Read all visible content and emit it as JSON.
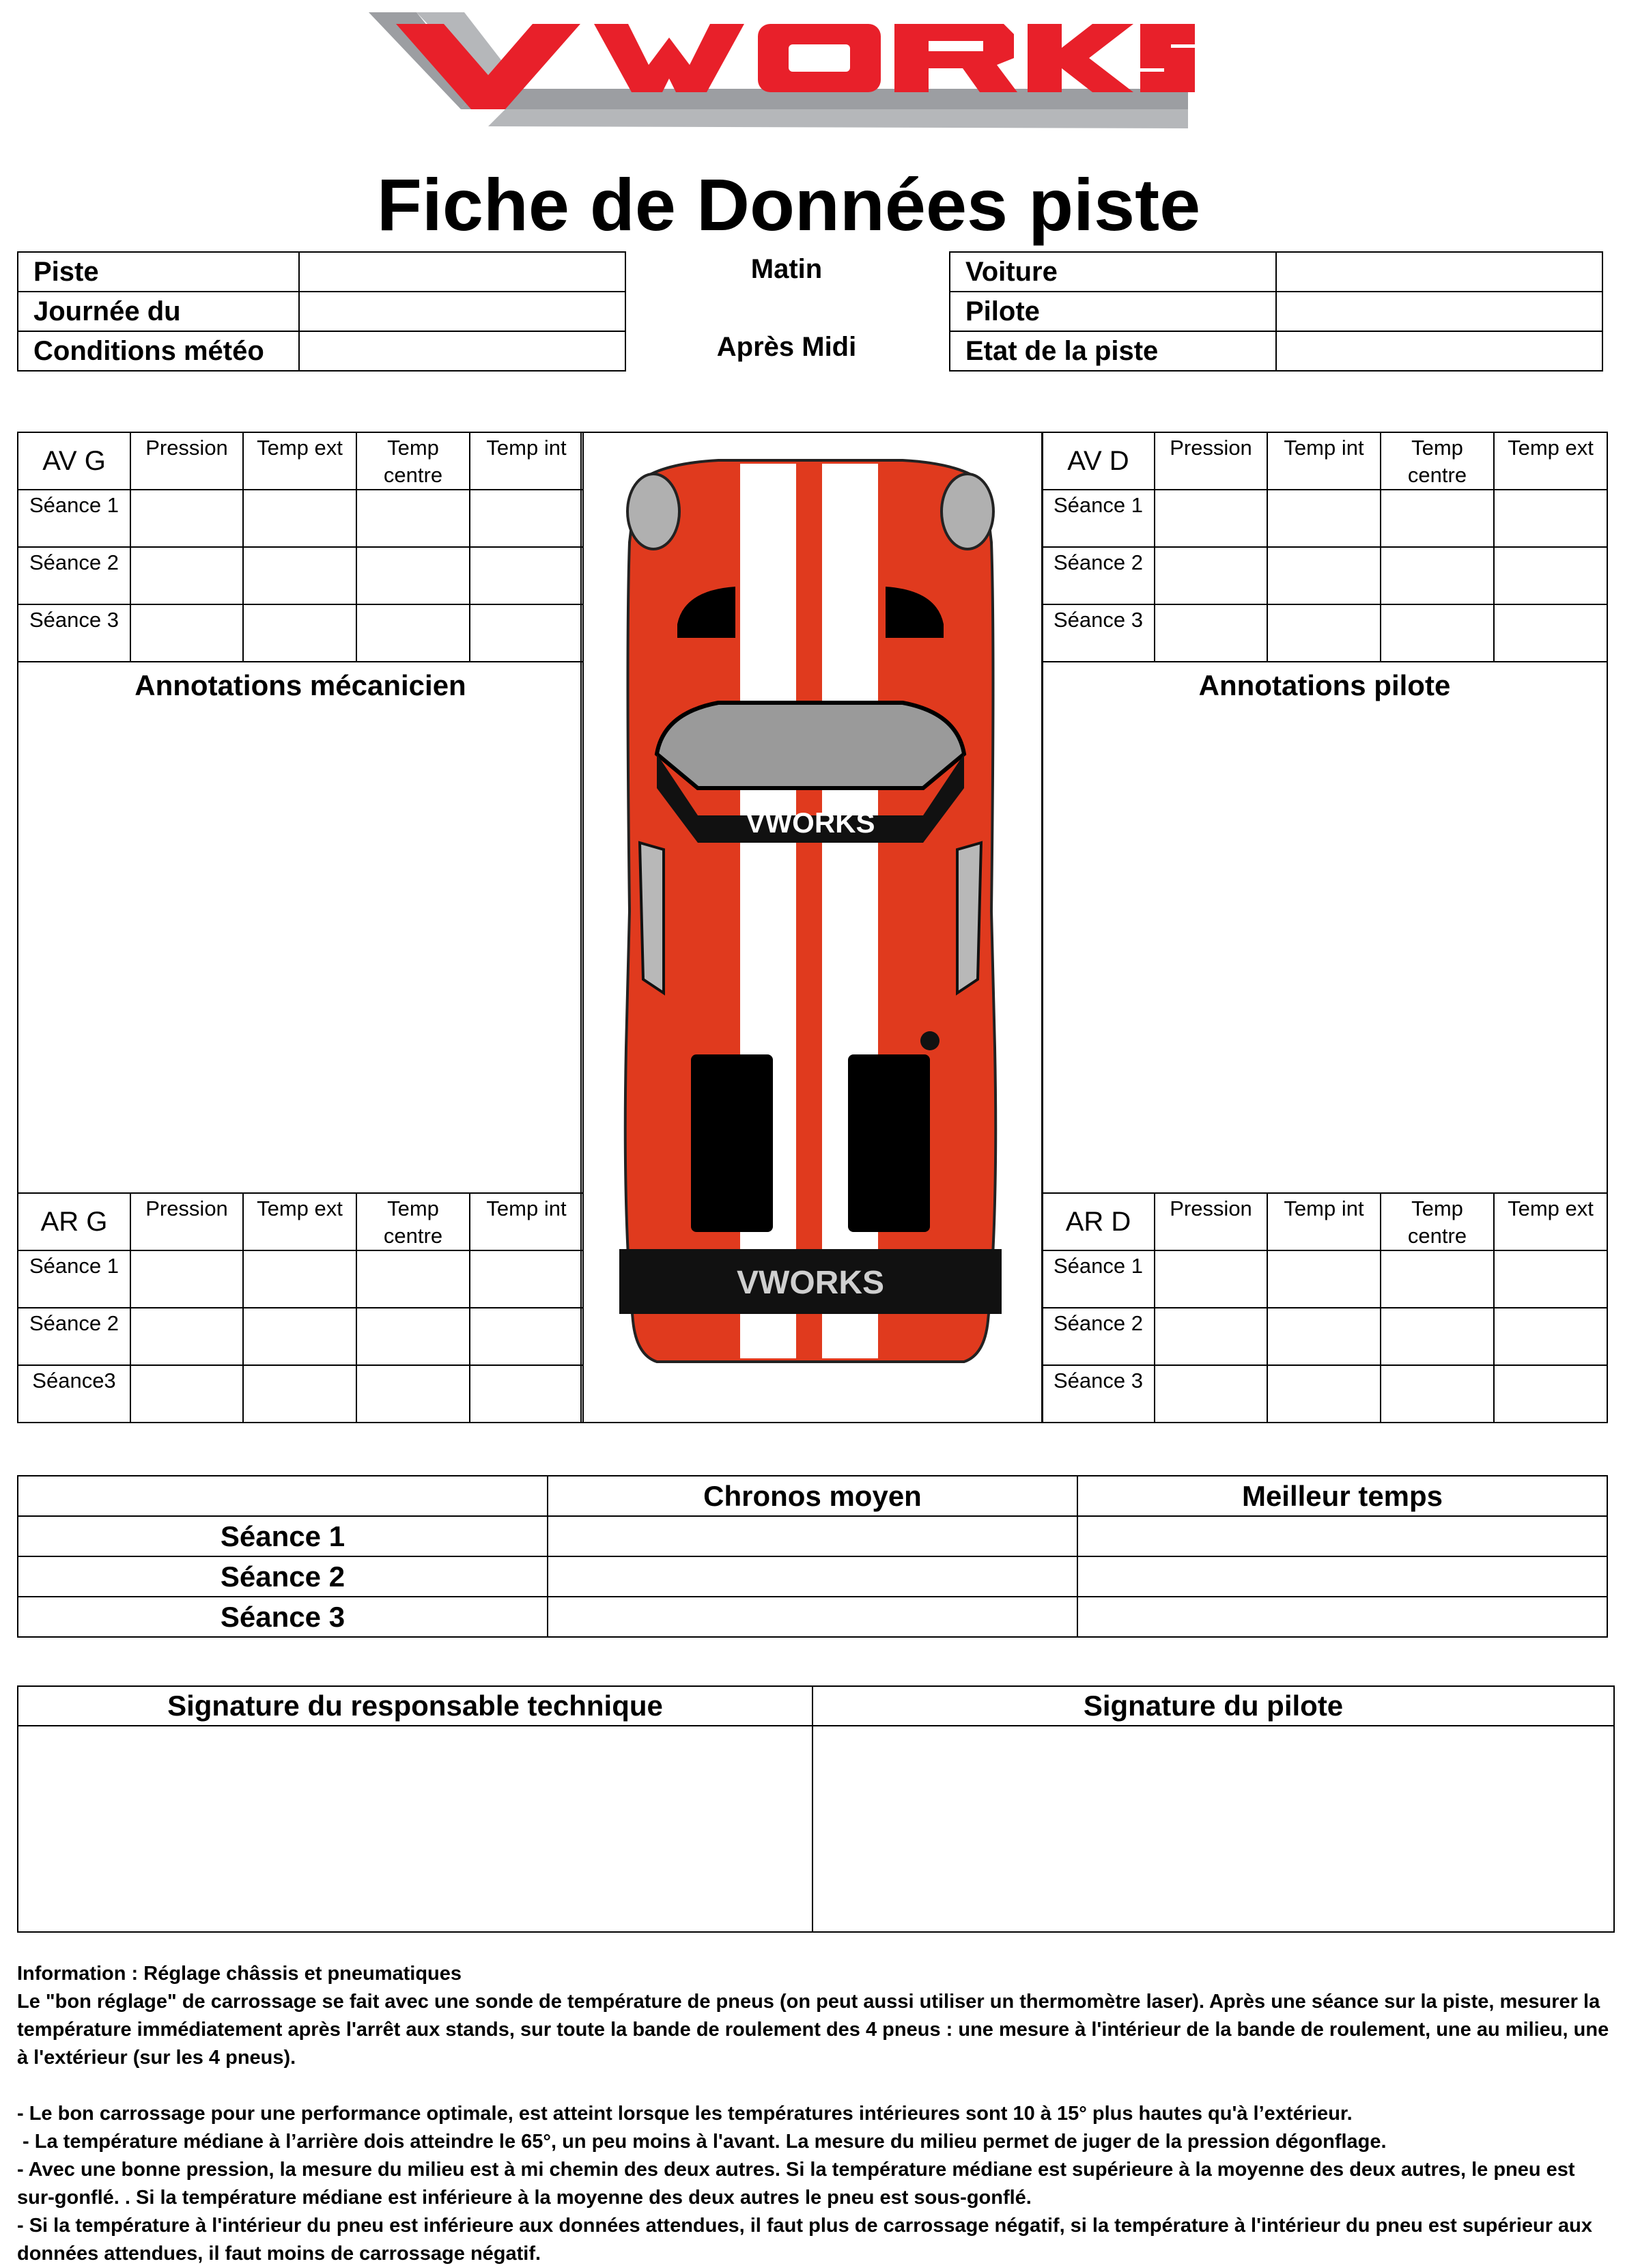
{
  "logo": {
    "text": "VWORKS",
    "color_red": "#e8202a",
    "color_grey": "#9c9ea2"
  },
  "title": "Fiche de Données piste",
  "header_left": [
    {
      "label": "Piste",
      "value": ""
    },
    {
      "label": "Journée du",
      "value": ""
    },
    {
      "label": "Conditions météo",
      "value": ""
    }
  ],
  "header_middle": {
    "morning": "Matin",
    "afternoon": "Après Midi"
  },
  "header_right": [
    {
      "label": "Voiture",
      "value": ""
    },
    {
      "label": "Pilote",
      "value": ""
    },
    {
      "label": "Etat de la piste",
      "value": ""
    }
  ],
  "tyres": {
    "front_left": {
      "corner": "AV G",
      "columns": [
        "Pression",
        "Temp ext",
        "Temp centre",
        "Temp int"
      ],
      "rows": [
        "Séance 1",
        "Séance 2",
        "Séance 3"
      ]
    },
    "front_right": {
      "corner": "AV D",
      "columns": [
        "Pression",
        "Temp int",
        "Temp centre",
        "Temp ext"
      ],
      "rows": [
        "Séance 1",
        "Séance 2",
        "Séance 3"
      ]
    },
    "rear_left": {
      "corner": "AR G",
      "columns": [
        "Pression",
        "Temp ext",
        "Temp centre",
        "Temp int"
      ],
      "rows": [
        "Séance 1",
        "Séance 2",
        "Séance3"
      ]
    },
    "rear_right": {
      "corner": "AR D",
      "columns": [
        "Pression",
        "Temp int",
        "Temp centre",
        "Temp ext"
      ],
      "rows": [
        "Séance 1",
        "Séance 2",
        "Séance 3"
      ]
    }
  },
  "notes": {
    "mechanic": "Annotations mécanicien",
    "driver": "Annotations pilote"
  },
  "car_image": {
    "body_color": "#e03a1e",
    "stripe_color": "#ffffff",
    "decal_text": "VWORKS"
  },
  "chrono": {
    "headers": [
      "",
      "Chronos moyen",
      "Meilleur temps"
    ],
    "rows": [
      "Séance 1",
      "Séance 2",
      "Séance 3"
    ]
  },
  "signatures": {
    "technical": "Signature du responsable technique",
    "driver": "Signature du pilote"
  },
  "information": {
    "heading": "Information : Réglage châssis et pneumatiques",
    "paragraph": "Le \"bon réglage\" de carrossage se fait avec une sonde de température de pneus (on peut aussi utiliser un thermomètre laser). Après une séance sur la piste, mesurer la température immédiatement après l'arrêt aux stands, sur toute la bande de roulement des 4 pneus : une mesure à l'intérieur de la bande de roulement, une au milieu, une à l'extérieur (sur les 4 pneus).",
    "bullets": [
      "- Le bon carrossage pour une performance optimale, est atteint lorsque les températures intérieures sont 10 à 15° plus hautes qu'à l’extérieur.",
      " - La température médiane à l’arrière dois atteindre le 65°, un peu moins à l'avant. La mesure du milieu permet de juger de la pression dégonflage.",
      "-  Avec une bonne pression, la mesure du milieu est à mi chemin des deux autres. Si la température médiane est supérieure à la moyenne des deux autres, le pneu est sur-gonflé. . Si la température médiane est inférieure à la moyenne des deux autres le pneu est sous-gonflé.",
      "- Si la température à l'intérieur du pneu est inférieure aux données attendues, il faut plus de carrossage négatif, si la température à l'intérieur du pneu est supérieur aux données attendues, il faut moins de carrossage négatif."
    ]
  }
}
